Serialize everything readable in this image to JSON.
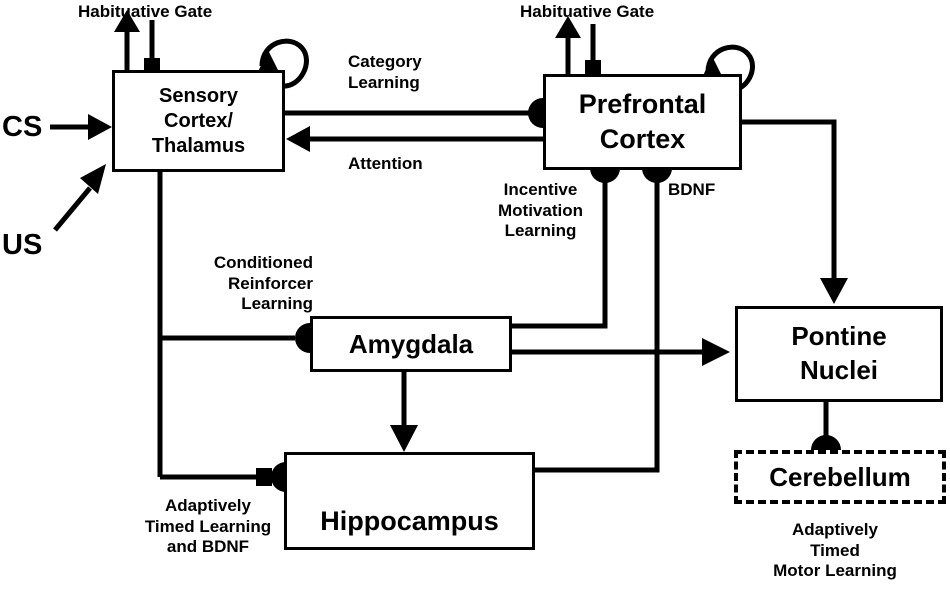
{
  "nodes": {
    "sensory": "Sensory\nCortex/\nThalamus",
    "prefrontal": "Prefrontal\nCortex",
    "amygdala": "Amygdala",
    "hippocampus": "Hippocampus",
    "pontine": "Pontine\nNuclei",
    "cerebellum": "Cerebellum"
  },
  "labels": {
    "habituative_gate_left": "Habituative Gate",
    "habituative_gate_right": "Habituative Gate",
    "category_learning": "Category\nLearning",
    "attention": "Attention",
    "incentive_motivation": "Incentive\nMotivation\nLearning",
    "bdnf": "BDNF",
    "conditioned_reinforcer": "Conditioned\nReinforcer\nLearning",
    "adaptively_timed_learning": "Adaptively\nTimed Learning\nand BDNF",
    "adaptively_timed_motor": "Adaptively\nTimed\nMotor Learning",
    "cs": "CS",
    "us": "US"
  }
}
